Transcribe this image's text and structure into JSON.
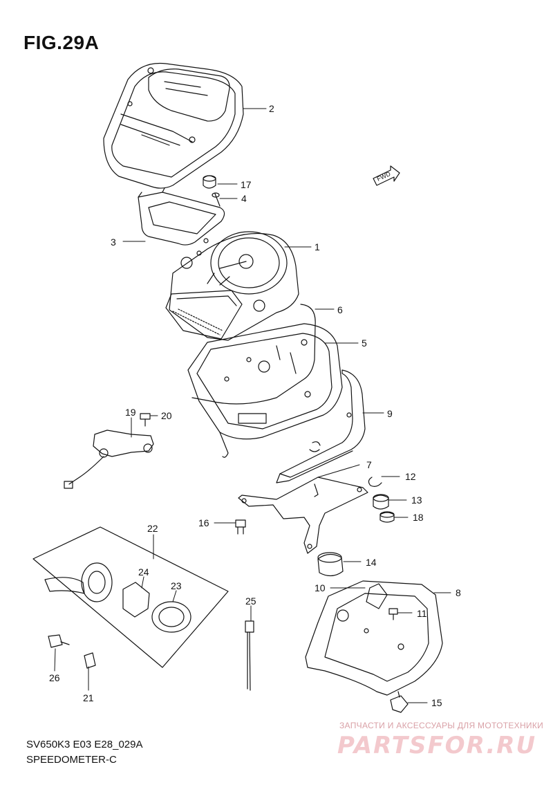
{
  "figure": {
    "title": "FIG.29A",
    "model_code": "SV650K3 E03 E28_029A",
    "caption": "SPEEDOMETER-C",
    "fwd_label": "FWD"
  },
  "callouts": [
    {
      "id": "2",
      "label": "2"
    },
    {
      "id": "17",
      "label": "17"
    },
    {
      "id": "4",
      "label": "4"
    },
    {
      "id": "3",
      "label": "3"
    },
    {
      "id": "1",
      "label": "1"
    },
    {
      "id": "6",
      "label": "6"
    },
    {
      "id": "5",
      "label": "5"
    },
    {
      "id": "9",
      "label": "9"
    },
    {
      "id": "19",
      "label": "19"
    },
    {
      "id": "20",
      "label": "20"
    },
    {
      "id": "7",
      "label": "7"
    },
    {
      "id": "12",
      "label": "12"
    },
    {
      "id": "13",
      "label": "13"
    },
    {
      "id": "18",
      "label": "18"
    },
    {
      "id": "16",
      "label": "16"
    },
    {
      "id": "22",
      "label": "22"
    },
    {
      "id": "14",
      "label": "14"
    },
    {
      "id": "24",
      "label": "24"
    },
    {
      "id": "23",
      "label": "23"
    },
    {
      "id": "10",
      "label": "10"
    },
    {
      "id": "8",
      "label": "8"
    },
    {
      "id": "25",
      "label": "25"
    },
    {
      "id": "11",
      "label": "11"
    },
    {
      "id": "26",
      "label": "26"
    },
    {
      "id": "21",
      "label": "21"
    },
    {
      "id": "15",
      "label": "15"
    }
  ],
  "watermark": {
    "tagline": "ЗАПЧАСТИ И АКСЕССУАРЫ ДЛЯ МОТОТЕХНИКИ",
    "brand": "PARTSFOR.RU"
  },
  "colors": {
    "line": "#111111",
    "watermark_text": "#d9a0a6",
    "watermark_brand": "#f3c9cd"
  }
}
